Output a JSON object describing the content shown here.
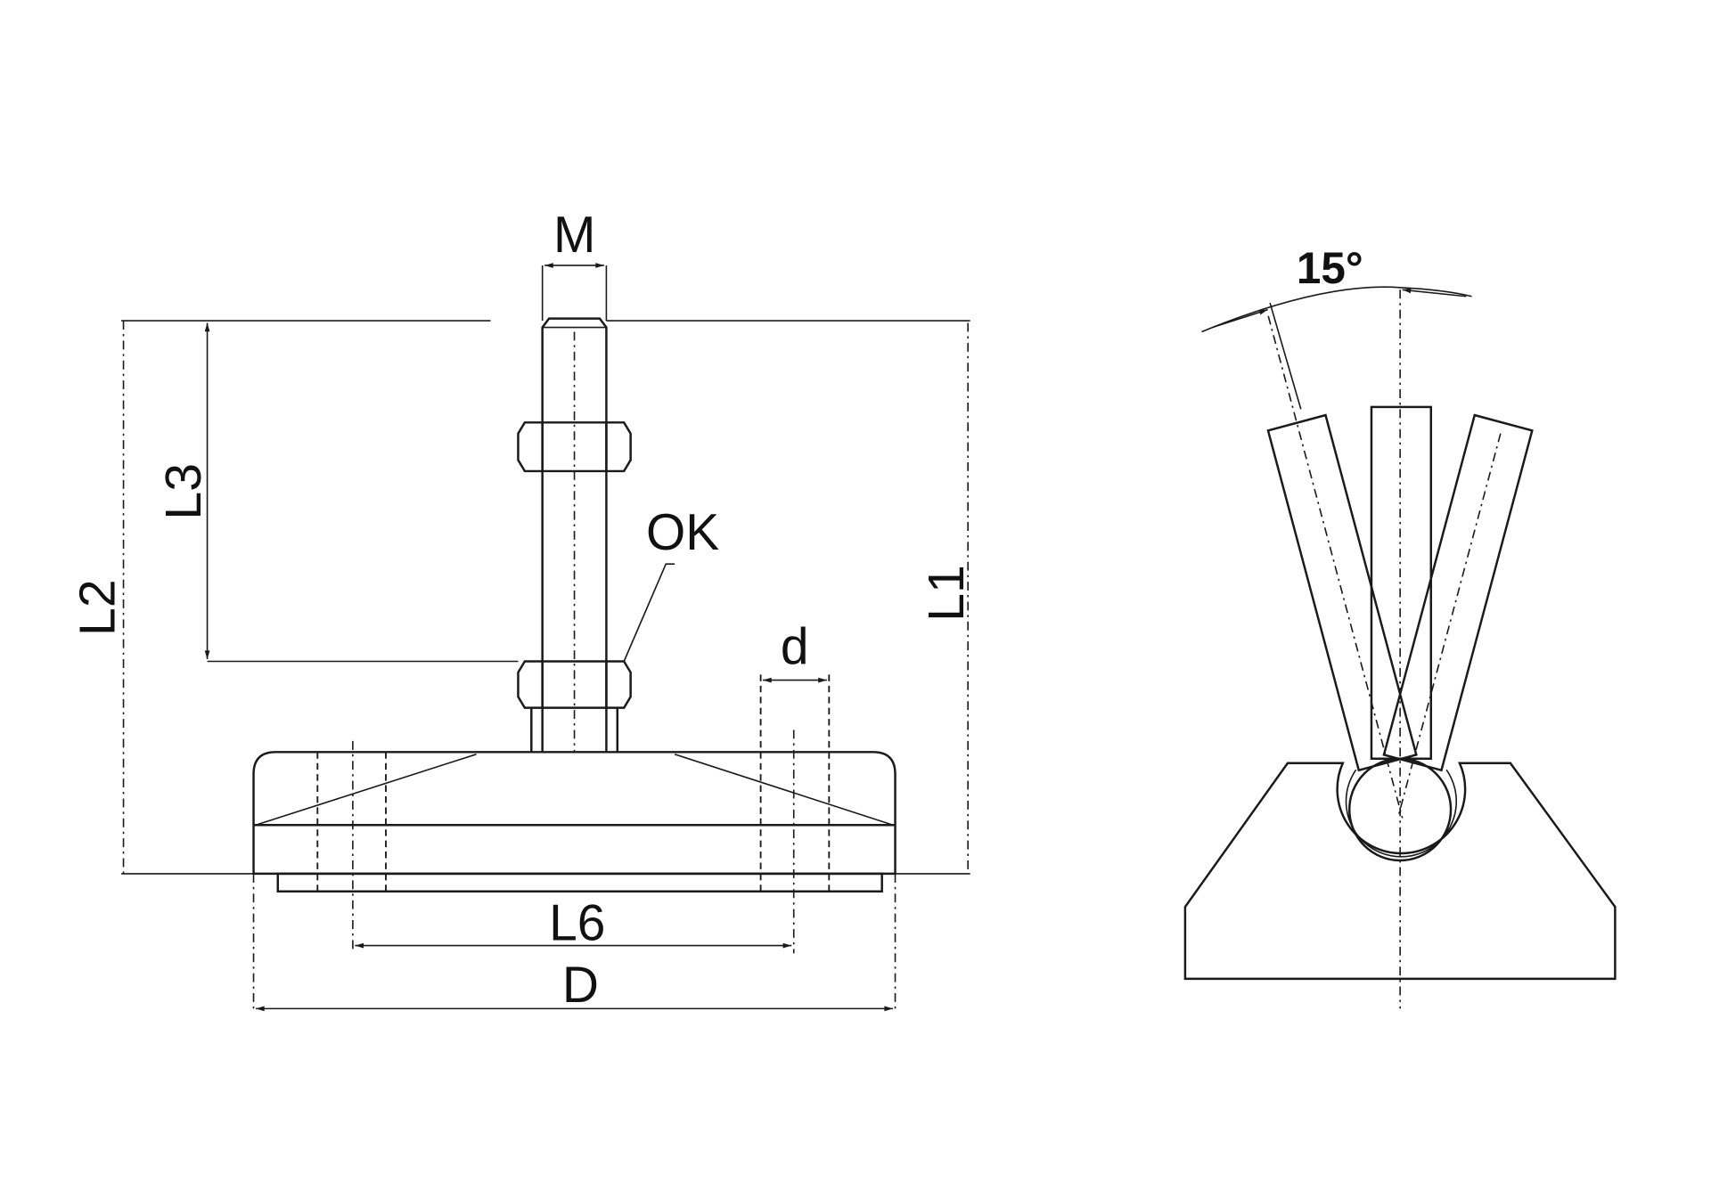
{
  "labels": {
    "M": "M",
    "L1": "L1",
    "L2": "L2",
    "L3": "L3",
    "OK": "OK",
    "d": "d",
    "L6": "L6",
    "D": "D",
    "angle": "15°"
  },
  "colors": {
    "line": "#1a1a1a",
    "background": "#ffffff"
  }
}
